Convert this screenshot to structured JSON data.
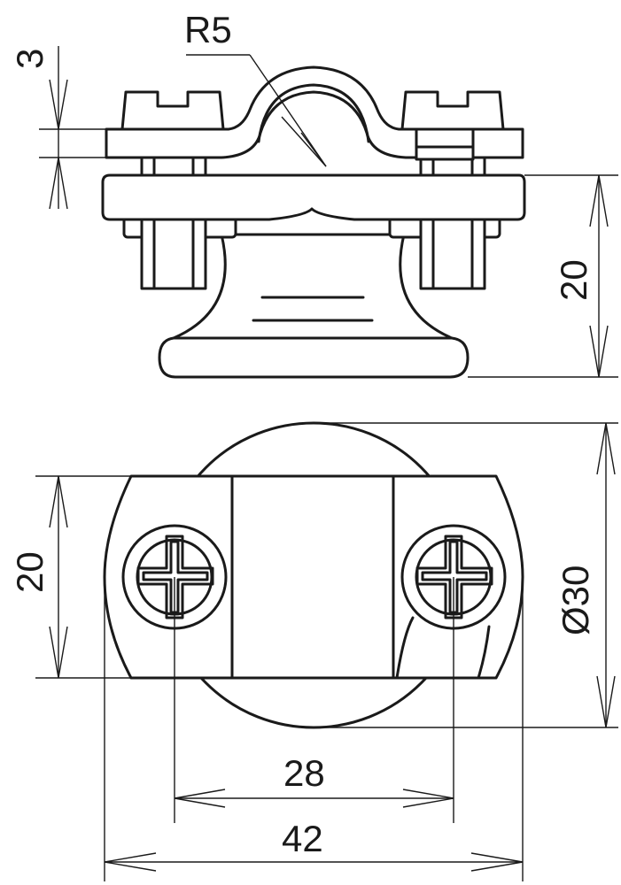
{
  "dimensions": {
    "top_view": {
      "thickness_label": "3",
      "radius_label": "R5",
      "height_label": "20"
    },
    "plan_view": {
      "height_label": "20",
      "diameter_label": "Ø30",
      "screw_spacing_label": "28",
      "overall_width_label": "42"
    }
  }
}
